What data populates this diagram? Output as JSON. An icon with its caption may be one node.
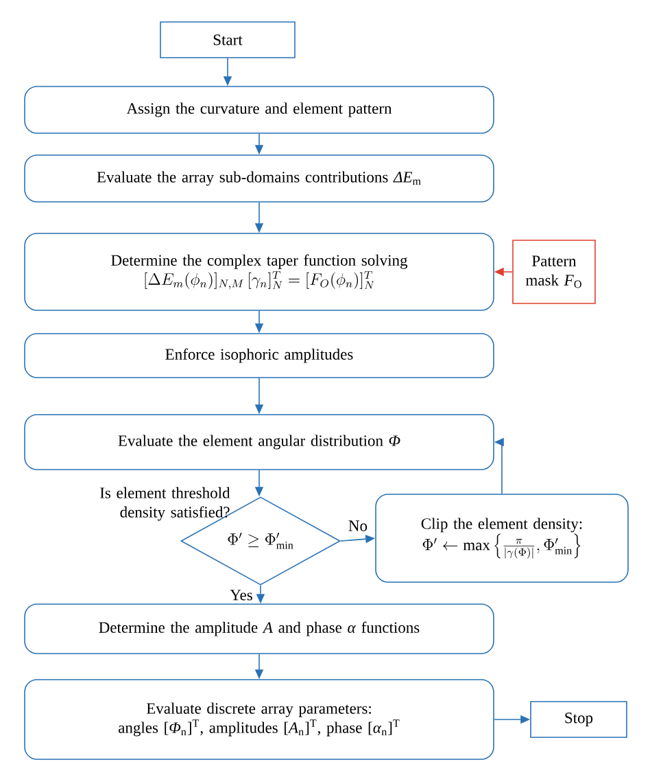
{
  "diagram": {
    "nodes": [
      {
        "text": [
          "Start"
        ]
      },
      {
        "text": [
          "Assign the curvature and element pattern"
        ]
      },
      {
        "text": [
          "Evaluate the array sub-domains contributions *ΔE*$_{m}$"
        ]
      },
      {
        "text": [
          "Determine the complex taper function solving",
          "[\\Delta E_m(\\phi_n)]_{N,M}\\,[\\gamma_n]_N^T = [F_O(\\phi_n)]_N^T"
        ]
      },
      {
        "text": [
          "Pattern mask *F*$_{O}$"
        ]
      },
      {
        "text": [
          "Enforce isophoric amplitudes"
        ]
      },
      {
        "text": [
          "Evaluate the element angular distribution *Φ*"
        ]
      },
      {
        "text": [
          "\\Phi' \\geq \\Phi'_{\\min}"
        ],
        "beside": [
          "Is element threshold density satisfied?"
        ]
      },
      {
        "text": [
          "Clip the element density:",
          "\\Phi' \\leftarrow \\max\\left\\{\\frac{\\pi}{|\\gamma(\\Phi)|}, \\Phi'_{\\min}\\right\\}"
        ]
      },
      {
        "text": [
          "Determine the amplitude *A* and phase *α* functions"
        ]
      },
      {
        "text": [
          "Evaluate discrete array parameters:",
          "angles [*Φ*$_{n}$]$^{T}$, amplitudes [*A*$_{n}$]$^{T}$, phase [*α*$_{n}$]$^{T}$"
        ]
      },
      {
        "text": [
          "Stop"
        ]
      }
    ],
    "edges": [
      {
        "from": 0,
        "to": 1,
        "arrow": "to"
      },
      {
        "from": 1,
        "to": 2,
        "arrow": "to"
      },
      {
        "from": 2,
        "to": 3,
        "arrow": "to"
      },
      {
        "from": 4,
        "to": 3,
        "arrow": "to",
        "color": "#e0402f"
      },
      {
        "from": 3,
        "to": 5,
        "arrow": "to"
      },
      {
        "from": 5,
        "to": 6,
        "arrow": "to"
      },
      {
        "from": 6,
        "to": 7,
        "arrow": "to"
      },
      {
        "from": 7,
        "to": 8,
        "arrow": "to",
        "label": "No"
      },
      {
        "from": 8,
        "to": 6,
        "arrow": "to"
      },
      {
        "from": 7,
        "to": 9,
        "arrow": "to",
        "label": "Yes"
      },
      {
        "from": 9,
        "to": 10,
        "arrow": "to"
      },
      {
        "from": 10,
        "to": 11,
        "arrow": "to"
      }
    ]
  }
}
